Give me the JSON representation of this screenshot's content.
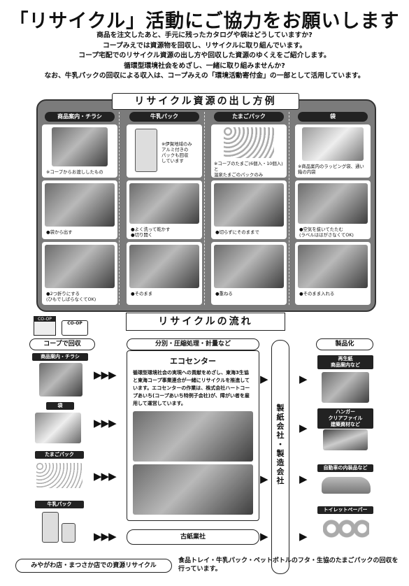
{
  "title": "「リサイクル」活動にご協力をお願いします",
  "intro": [
    "商品を注文したあと、手元に残ったカタログや袋はどうしていますか?",
    "コープみえでは資源物を回収し、リサイクルに取り組んでいます。",
    "コープ宅配でのリサイクル資源の出し方や回収した資源のゆくえをご紹介します。",
    "循環型環境社会をめざし、一緒に取り組みませんか?",
    "なお、牛乳パックの回収による収入は、コープみえの「環境活動寄付金」の一部として活用しています。"
  ],
  "howto": {
    "title": "リサイクル資源の出し方例",
    "columns": [
      {
        "head": "商品案内・チラシ",
        "note": "※コープからお渡ししたもの",
        "step1": "●袋から出す",
        "step2": "●2つ折りにする\n(ひもでしばらなくてOK)"
      },
      {
        "head": "牛乳パック",
        "note": "※伊賀地域のみ\nアルミ付きの\nパックも回収\nしています",
        "step1": "●よく洗って乾かす\n●切り開く",
        "step2": "●そのまま"
      },
      {
        "head": "たまごパック",
        "note": "※コープのたまご(6個入・10個入)と\n温泉たまごのパックのみ",
        "step1": "●切らずにそのままで",
        "step2": "●重ねる"
      },
      {
        "head": "袋",
        "note": "※商品案内のラッピング袋、通い\n箱の内袋",
        "step1": "●空気を抜いてたたむ\n(ラベルははがさなくてOK)",
        "step2": "●そのまま入れる"
      }
    ]
  },
  "flow": {
    "title": "リサイクルの流れ",
    "truck_labels": [
      "CO-OP",
      "CO-OP"
    ],
    "col1_title": "コープで回収",
    "col2_title": "分別・圧縮処理・計量など",
    "col3_title": "製品化",
    "collect_items": [
      "商品案内・チラシ",
      "袋",
      "たまごパック",
      "牛乳パック"
    ],
    "eco_title": "エコセンター",
    "eco_text": "循環型環境社会の実現への貢献をめざし、東海3生協と東海コープ事業連合が一緒にリサイクルを推進しています。エコセンターの作業は、株式会社ハートコープあいち(コープあいち特例子会社)が、障がい者を雇用して運営しています。",
    "paper_company": "古紙業社",
    "factory": "製紙会社・製造会社",
    "products": [
      "再生紙\n商品案内など",
      "ハンガー\nクリアファイル\n建築資材など",
      "自動車の内装品など",
      "トイレットペーパー"
    ]
  },
  "footer": {
    "store_title": "みやがわ店・まつさか店での資源リサイクル",
    "store_text": "食品トレイ・牛乳パック・ペットボトルのフタ・生協のたまごパックの回収を行っています。"
  },
  "colors": {
    "panel": "#7b7b7b",
    "ink": "#111111"
  }
}
